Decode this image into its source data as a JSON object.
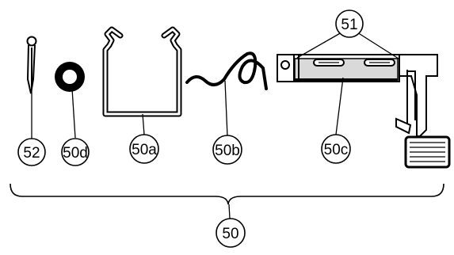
{
  "callouts": {
    "c51": "51",
    "c52": "52",
    "c50d": "50d",
    "c50a": "50a",
    "c50b": "50b",
    "c50c": "50c",
    "c50": "50"
  },
  "parts": [
    {
      "id": "52",
      "depicts": "cotter-pin"
    },
    {
      "id": "50d",
      "depicts": "washer"
    },
    {
      "id": "50a",
      "depicts": "u-bracket-spring-clip"
    },
    {
      "id": "50b",
      "depicts": "torsion-spring"
    },
    {
      "id": "50c",
      "depicts": "pedal-shaft-with-pedal"
    },
    {
      "id": "51",
      "depicts": "shaft-slots"
    }
  ],
  "colors": {
    "ink": "#000000",
    "fill_gray": "#d9d9d9",
    "background": "#ffffff"
  }
}
